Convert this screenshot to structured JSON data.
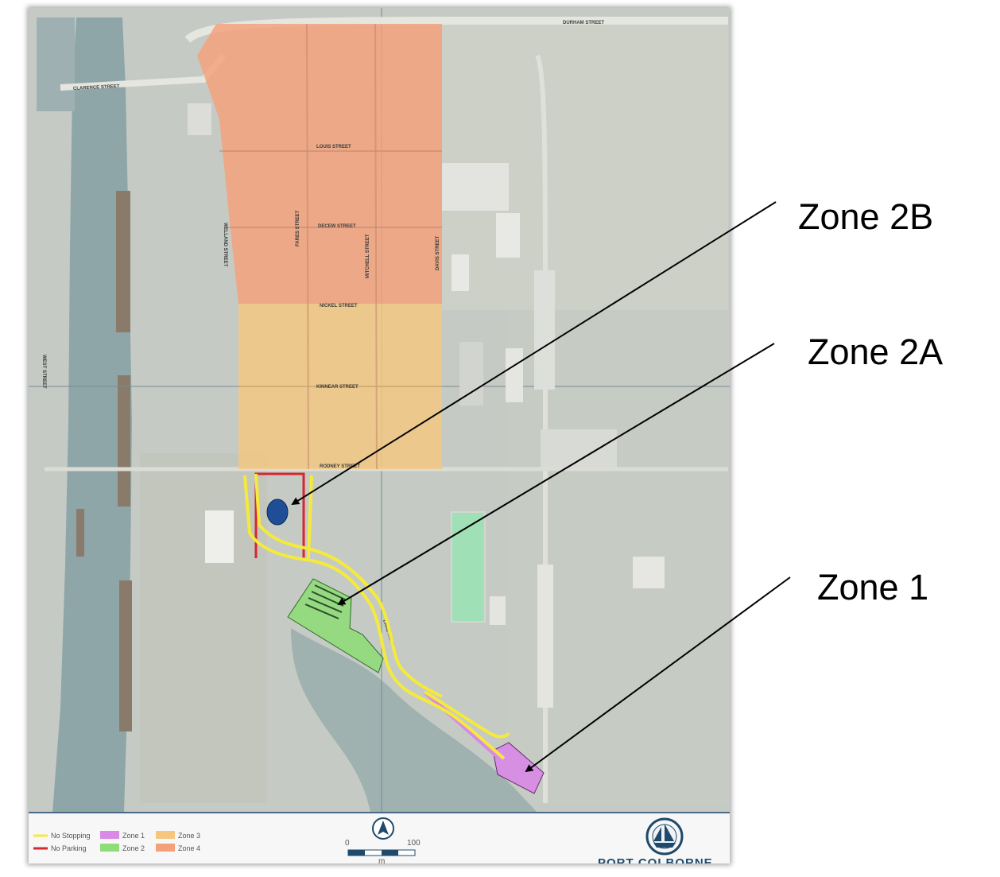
{
  "callouts": {
    "zone_2b": "Zone 2B",
    "zone_2a": "Zone 2A",
    "zone_1": "Zone 1"
  },
  "streets": {
    "durham": "DURHAM STREET",
    "clarence": "CLARENCE STREET",
    "louis": "LOUIS STREET",
    "decew": "DECEW STREET",
    "nickel": "NICKEL STREET",
    "kinnear": "KINNEAR STREET",
    "rodney": "RODNEY STREET",
    "welland": "WELLAND STREET",
    "fares": "FARES STREET",
    "mitchell": "MITCHELL STREET",
    "davis": "DAVIS STREET",
    "west": "WEST STREET",
    "lake_road": "LAKE ROAD"
  },
  "legend": {
    "items": [
      {
        "label": "No Stopping",
        "color": "#f5ea3c",
        "kind": "line"
      },
      {
        "label": "No Parking",
        "color": "#d6262e",
        "kind": "line"
      },
      {
        "label": "Zone 1",
        "color": "#d88ae6",
        "kind": "box"
      },
      {
        "label": "Zone 2",
        "color": "#8fdc7a",
        "kind": "box"
      },
      {
        "label": "Zone 3",
        "color": "#f5c77e",
        "kind": "box"
      },
      {
        "label": "Zone 4",
        "color": "#f4a07a",
        "kind": "box"
      }
    ]
  },
  "scale": {
    "start": "0",
    "end": "100",
    "unit": "m"
  },
  "brand": {
    "name": "PORT COLBORNE"
  },
  "colors": {
    "zone_1": "#d88ae6",
    "zone_2": "#8fdc7a",
    "zone_3": "#f5c77e",
    "zone_4": "#f4a07a",
    "no_stopping": "#f5ea3c",
    "no_parking": "#d6262e",
    "marker": "#1f4e96"
  },
  "icons": {
    "north_arrow": "north-arrow-icon",
    "logo": "ship-wheel-logo-icon"
  }
}
